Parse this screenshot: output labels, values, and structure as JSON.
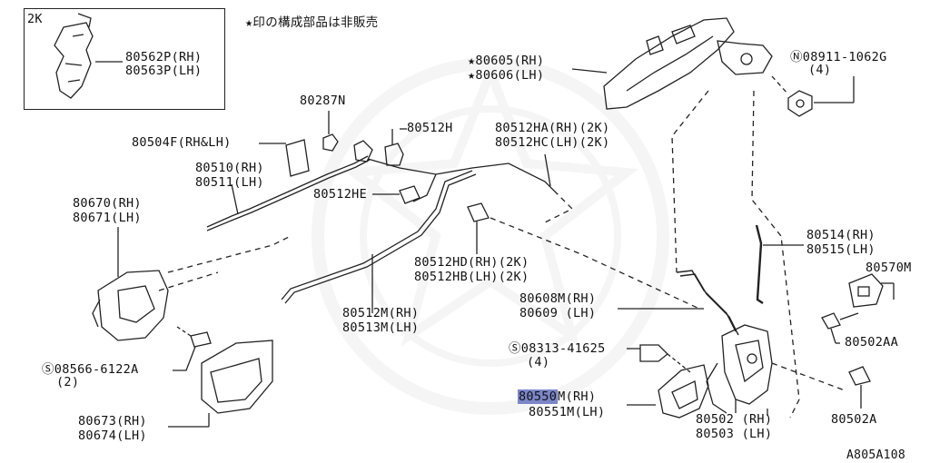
{
  "note": "★印の構成部品は非販売",
  "figure_code": "A805A108",
  "inset": {
    "tag": "2K",
    "parts": [
      "80562P(RH)",
      "80563P(LH)"
    ]
  },
  "labels": {
    "p80605": "★80605(RH)",
    "p80606": "★80606(LH)",
    "nut_code": "Ⓝ08911-1062G",
    "nut_qty": "(4)",
    "p80287n": "80287N",
    "p80512h": "80512H",
    "p80512ha": "80512HA(RH)(2K)",
    "p80512hc": "80512HC(LH)(2K)",
    "p80504f": "80504F(RH&LH)",
    "p80510": "80510(RH)",
    "p80511": "80511(LH)",
    "p80512he": "80512HE",
    "p80670": "80670(RH)",
    "p80671": "80671(LH)",
    "p80514": "80514(RH)",
    "p80515": "80515(LH)",
    "p80570m": "80570M",
    "p80512hd": "80512HD(RH)(2K)",
    "p80512hb": "80512HB(LH)(2K)",
    "p80608m": "80608M(RH)",
    "p80609": "80609 (LH)",
    "p80512m": "80512M(RH)",
    "p80513m": "80513M(LH)",
    "p80502aa": "80502AA",
    "screw1_code": "Ⓢ08313-41625",
    "screw1_qty": "(4)",
    "screw2_code": "Ⓢ08566-6122A",
    "screw2_qty": "(2)",
    "p80550_hl": "80550",
    "p80550_rest": "M(RH)",
    "p80551m": "80551M(LH)",
    "p80502": "80502 (RH)",
    "p80503": "80503 (LH)",
    "p80502a": "80502A",
    "p80673": "80673(RH)",
    "p80674": "80674(LH)"
  },
  "colors": {
    "highlight": "#7b86c9",
    "line": "#222222",
    "watermark": "#888888"
  }
}
